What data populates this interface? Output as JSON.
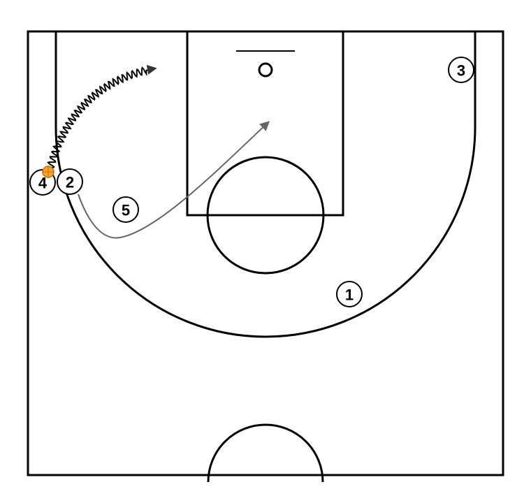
{
  "diagram": {
    "court": {
      "line_color": "#000000",
      "background_color": "#ffffff"
    },
    "ball": {
      "color": "#f4a330",
      "holder": "4"
    },
    "players": [
      {
        "id": "p1",
        "label": "1"
      },
      {
        "id": "p2",
        "label": "2"
      },
      {
        "id": "p3",
        "label": "3"
      },
      {
        "id": "p4",
        "label": "4"
      },
      {
        "id": "p5",
        "label": "5"
      }
    ],
    "actions": [
      {
        "type": "cut",
        "player": "2",
        "color": "#666666"
      },
      {
        "type": "dribble",
        "player": "4",
        "color": "#333333"
      }
    ]
  }
}
